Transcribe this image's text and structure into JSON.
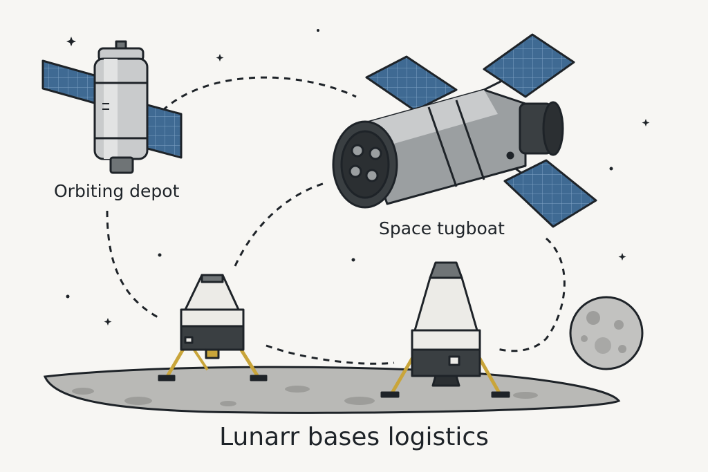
{
  "labels": {
    "depot": "Orbiting depot",
    "tugboat": "Space tugboat",
    "title": "Lunarr bases logistics"
  },
  "icons": [
    "solar-panel-icon",
    "depot-module-icon",
    "tugboat-icon",
    "lunar-lander-icon",
    "moon-icon",
    "star-icon"
  ],
  "colors": {
    "background": "#f7f6f3",
    "outline": "#1e2328",
    "solar_panel": "#3f6a93",
    "metal_light": "#c9cbcc",
    "metal_dark": "#6f7476",
    "lander_white": "#ecebe7",
    "lander_leg": "#c9a53a",
    "ground": "#b9b9b6",
    "moon": "#c2c2c0"
  }
}
